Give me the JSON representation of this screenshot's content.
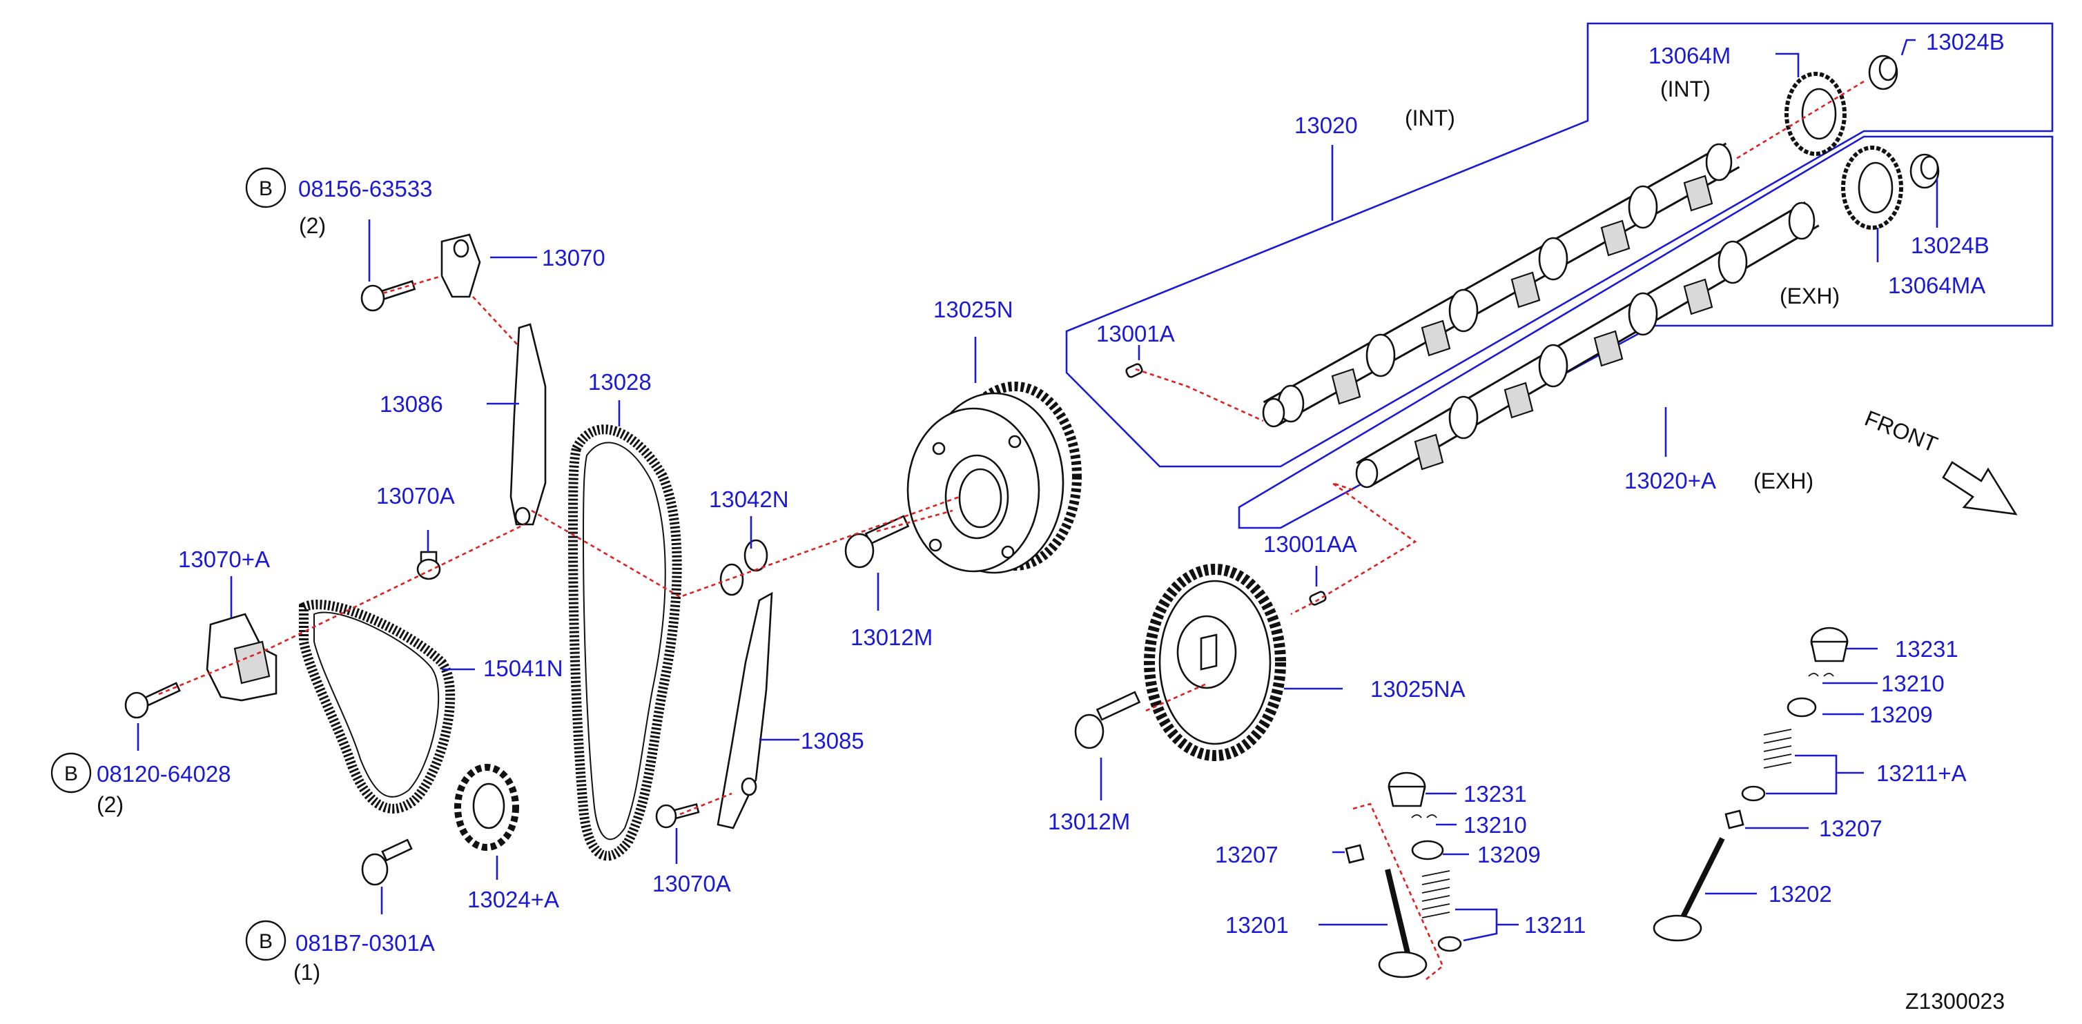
{
  "labels": {
    "p13064M": "13064M",
    "int_a": "(INT)",
    "p13024B_a": "13024B",
    "p13020": "13020",
    "int_b": "(INT)",
    "p13024B_b": "13024B",
    "p13064MA": "13064MA",
    "exh_a": "(EXH)",
    "p13001A": "13001A",
    "p13020A": "13020+A",
    "exh_b": "(EXH)",
    "front": "FRONT",
    "p13001AA": "13001AA",
    "p13025NA": "13025NA",
    "p13012M_b": "13012M",
    "p08156": "08156-63533",
    "q2_a": "(2)",
    "p13070": "13070",
    "p13086": "13086",
    "p13028": "13028",
    "p13025N": "13025N",
    "p13070A_a": "13070A",
    "p13042N": "13042N",
    "p13070A_full": "13070+A",
    "p15041N": "15041N",
    "p13012M_a": "13012M",
    "p13085": "13085",
    "p08120": "08120-64028",
    "q2_b": "(2)",
    "p13024A": "13024+A",
    "p13070A_b": "13070A",
    "p081B7": "081B7-0301A",
    "q1": "(1)",
    "p13231_a": "13231",
    "p13210_a": "13210",
    "p13209_a": "13209",
    "p13207_a": "13207",
    "p13201": "13201",
    "p13211": "13211",
    "p13231_b": "13231",
    "p13210_b": "13210",
    "p13209_b": "13209",
    "p13211A": "13211+A",
    "p13207_b": "13207",
    "p13202": "13202",
    "diagram_id": "Z1300023"
  },
  "circle_badges": {
    "b1": "B",
    "b2": "B",
    "b3": "B"
  },
  "colors": {
    "label": "#1a1ad6",
    "leader": "#1a1ad6",
    "dashed": "#e02020",
    "outline": "#111111"
  }
}
